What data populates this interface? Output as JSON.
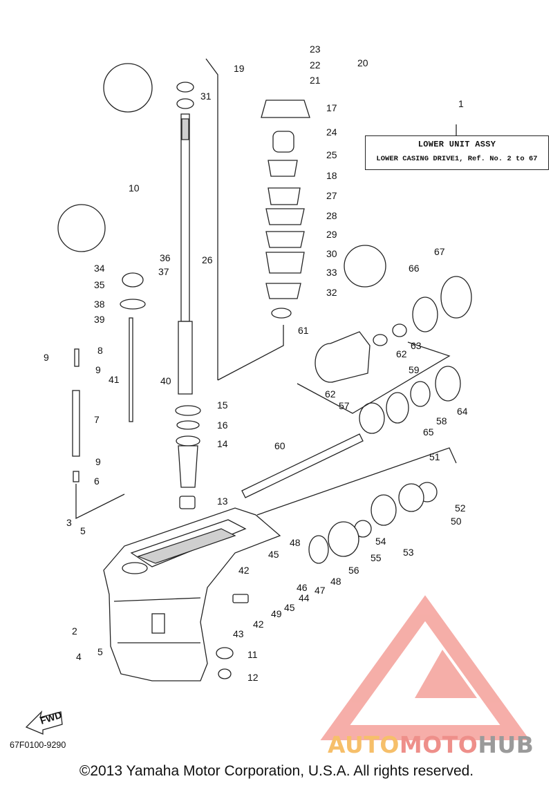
{
  "title_box": {
    "line1": "LOWER UNIT ASSY",
    "line2": "LOWER CASING DRIVE1, Ref. No. 2 to 67"
  },
  "diagram_code": "67F0100-9290",
  "copyright": "©2013 Yamaha Motor Corporation, U.S.A. All rights reserved.",
  "fwd_label": "FWD",
  "watermark": {
    "part1": "AUTO",
    "part2": "MOTO",
    "part3": "HUB",
    "colors": {
      "part1": "#f6bf6a",
      "part2": "#ee8f8a",
      "part3": "#9a9a9a",
      "logo": "#f4a09a"
    }
  },
  "callouts": [
    "1",
    "2",
    "3",
    "4",
    "5",
    "5",
    "6",
    "7",
    "8",
    "9",
    "9",
    "9",
    "10",
    "11",
    "12",
    "13",
    "14",
    "15",
    "16",
    "17",
    "18",
    "19",
    "20",
    "21",
    "22",
    "23",
    "24",
    "25",
    "26",
    "27",
    "28",
    "29",
    "30",
    "31",
    "32",
    "33",
    "34",
    "35",
    "36",
    "37",
    "38",
    "39",
    "40",
    "41",
    "42",
    "42",
    "43",
    "44",
    "45",
    "45",
    "46",
    "47",
    "48",
    "48",
    "49",
    "50",
    "51",
    "52",
    "53",
    "54",
    "55",
    "56",
    "57",
    "58",
    "59",
    "60",
    "61",
    "62",
    "62",
    "63",
    "64",
    "65",
    "66",
    "67"
  ]
}
